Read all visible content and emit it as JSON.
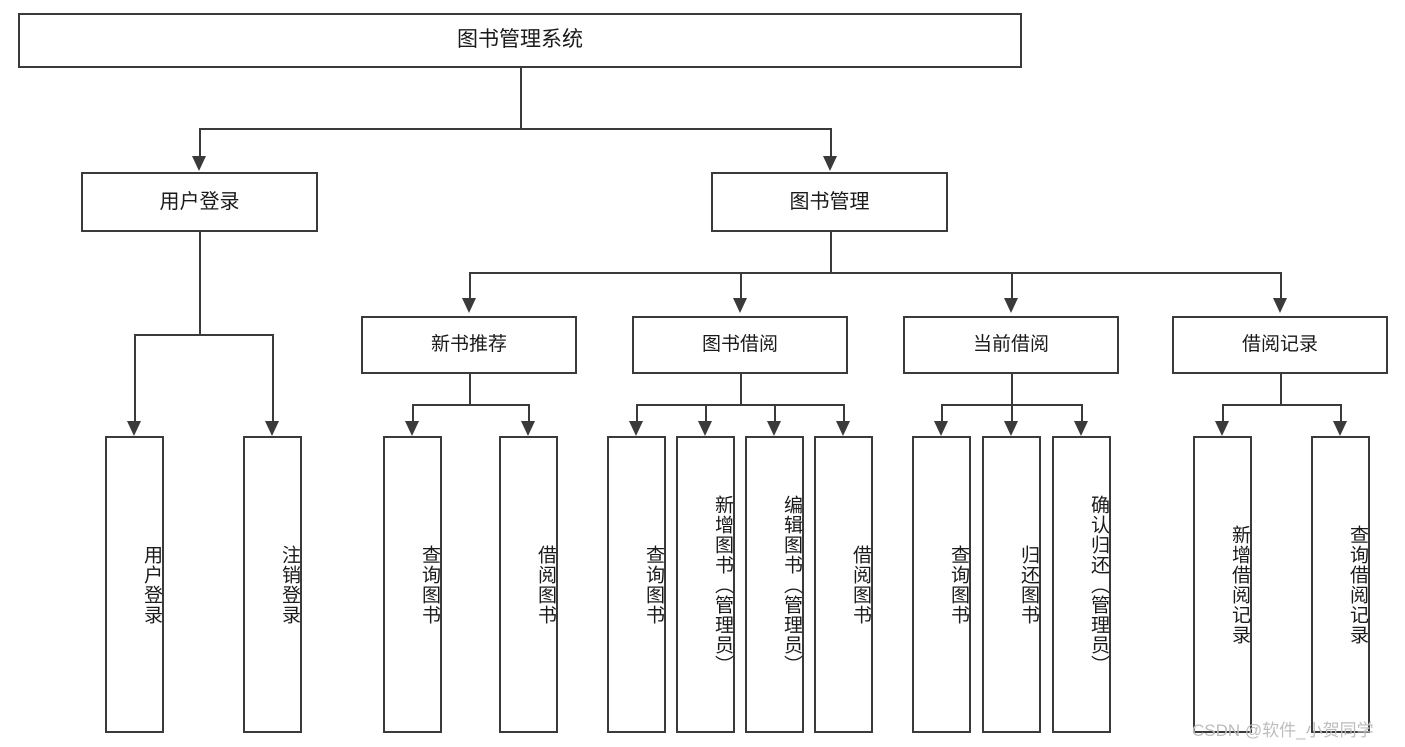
{
  "diagram": {
    "title": "图书管理系统",
    "watermark": "CSDN @软件_小贺同学",
    "colors": {
      "stroke": "#3a3a3a",
      "fill": "#ffffff",
      "text": "#1a1a1a",
      "watermark": "#bdbdbd"
    },
    "root": {
      "label": "图书管理系统"
    },
    "level2": [
      {
        "label": "用户登录"
      },
      {
        "label": "图书管理"
      }
    ],
    "level3": [
      {
        "label": "新书推荐"
      },
      {
        "label": "图书借阅"
      },
      {
        "label": "当前借阅"
      },
      {
        "label": "借阅记录"
      }
    ],
    "leaves": {
      "user_login": [
        {
          "label": "用户登录"
        },
        {
          "label": "注销登录"
        }
      ],
      "new_book_recommend": [
        {
          "label": "查询图书"
        },
        {
          "label": "借阅图书"
        }
      ],
      "book_borrow": [
        {
          "label": "查询图书"
        },
        {
          "label": "新增图书（管理员）"
        },
        {
          "label": "编辑图书（管理员）"
        },
        {
          "label": "借阅图书"
        }
      ],
      "current_borrow": [
        {
          "label": "查询图书"
        },
        {
          "label": "归还图书"
        },
        {
          "label": "确认归还（管理员）"
        }
      ],
      "borrow_records": [
        {
          "label": "新增借阅记录"
        },
        {
          "label": "查询借阅记录"
        }
      ]
    }
  }
}
